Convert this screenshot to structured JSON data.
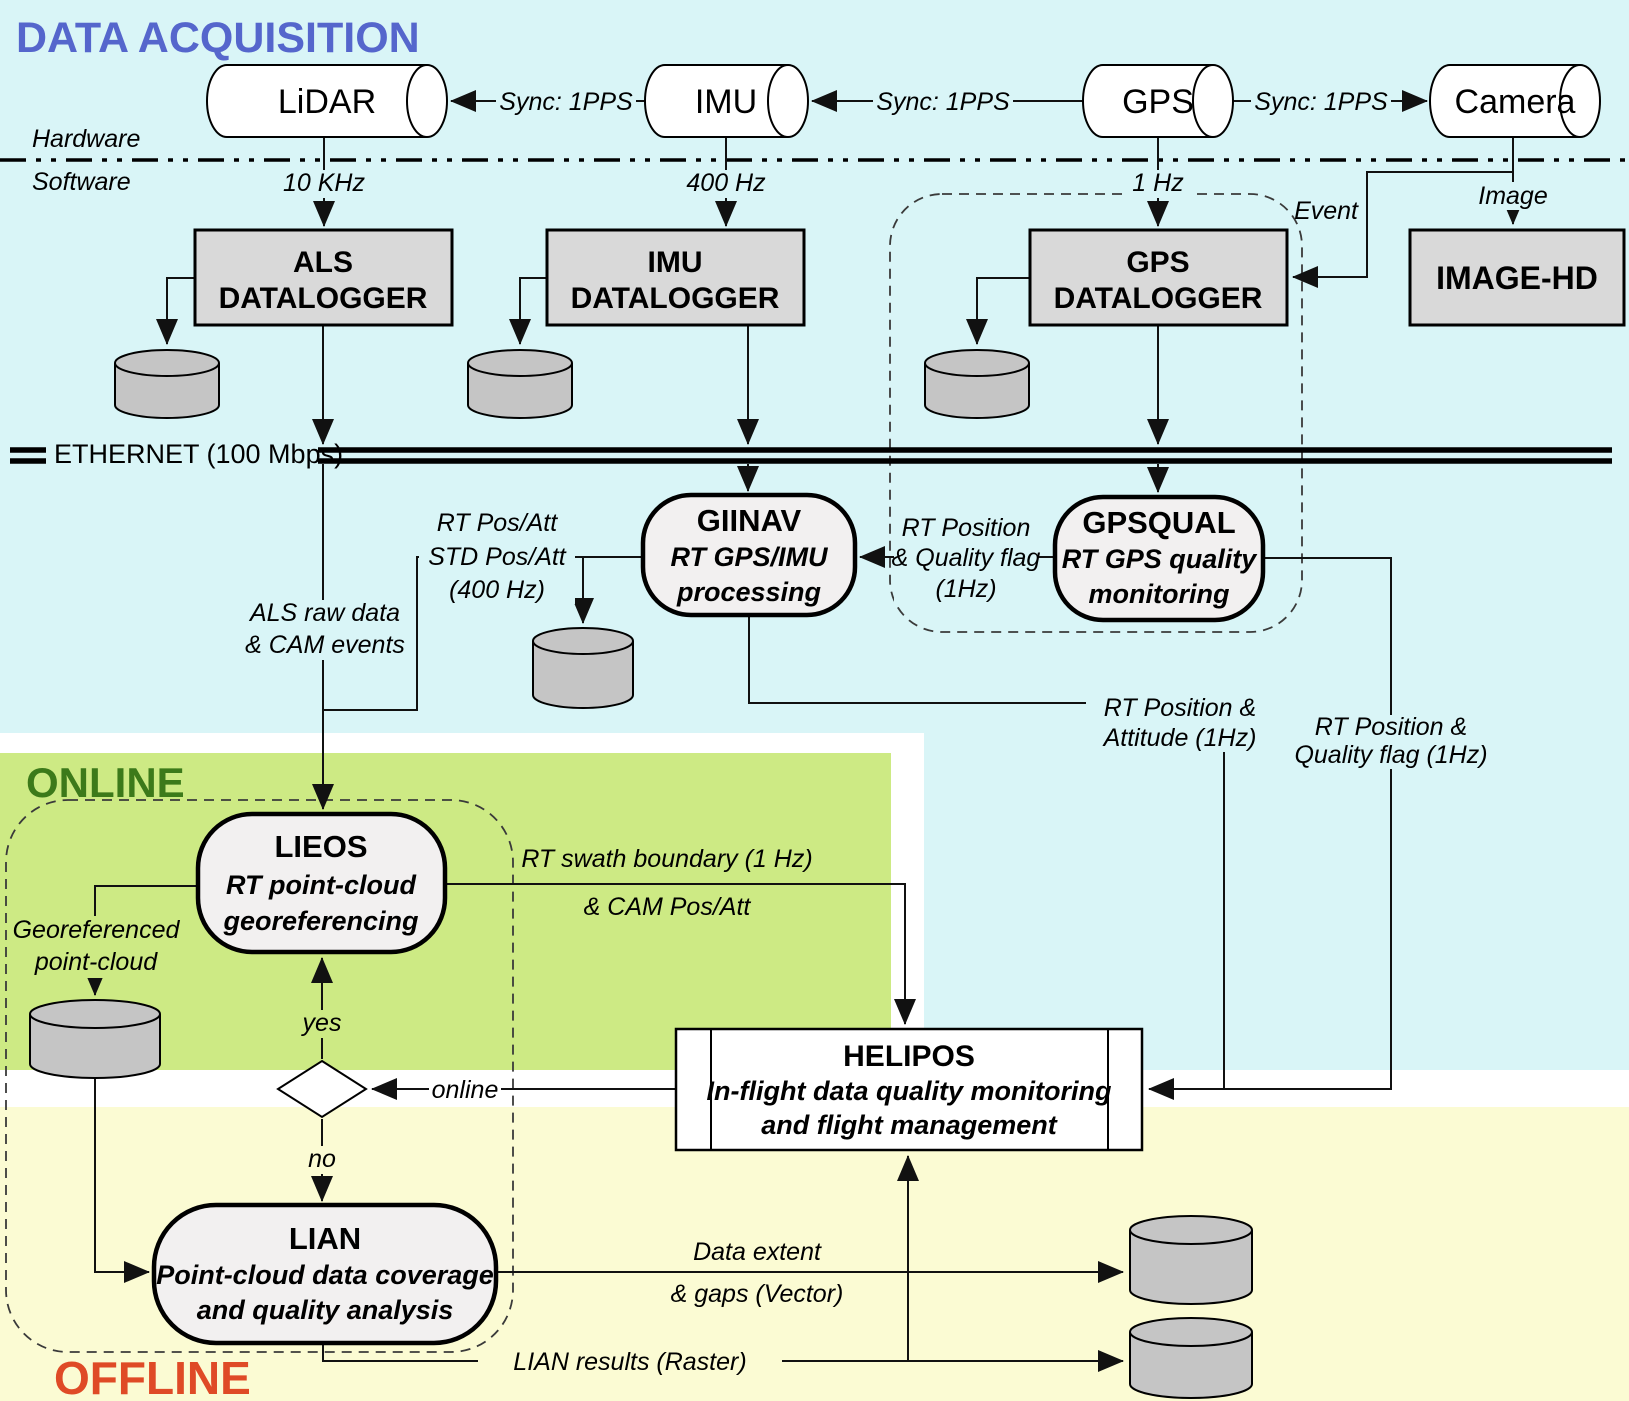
{
  "title": "DATA ACQUISITION",
  "sections": {
    "online": "ONLINE",
    "offline": "OFFLINE",
    "hardware": "Hardware",
    "software": "Software"
  },
  "bus": {
    "label": "ETHERNET (100 Mbps)"
  },
  "devices": {
    "lidar": "LiDAR",
    "imu": "IMU",
    "gps": "GPS",
    "camera": "Camera"
  },
  "sync": {
    "s1": "Sync: 1PPS",
    "s2": "Sync: 1PPS",
    "s3": "Sync: 1PPS"
  },
  "rates": {
    "lidar": "10 KHz",
    "imu": "400 Hz",
    "gps": "1 Hz"
  },
  "camera_out": {
    "event": "Event",
    "image": "Image"
  },
  "loggers": {
    "als": {
      "l1": "ALS",
      "l2": "DATALOGGER"
    },
    "imu": {
      "l1": "IMU",
      "l2": "DATALOGGER"
    },
    "gps": {
      "l1": "GPS",
      "l2": "DATALOGGER"
    },
    "image_hd": "IMAGE-HD"
  },
  "nodes": {
    "giinav": {
      "name": "GIINAV",
      "s1": "RT GPS/IMU",
      "s2": "processing"
    },
    "gpsqual": {
      "name": "GPSQUAL",
      "s1": "RT GPS quality",
      "s2": "monitoring"
    },
    "lieos": {
      "name": "LIEOS",
      "s1": "RT point-cloud",
      "s2": "georeferencing"
    },
    "lian": {
      "name": "LIAN",
      "s1": "Point-cloud data coverage",
      "s2": "and quality analysis"
    },
    "helipos": {
      "name": "HELIPOS",
      "s1": "In-flight data quality monitoring",
      "s2": "and flight management"
    }
  },
  "flows": {
    "pos_att": {
      "l1": "RT Pos/Att",
      "l2": "STD Pos/Att",
      "l3": "(400 Hz)"
    },
    "pos_qual": {
      "l1": "RT Position",
      "l2": "& Quality flag",
      "l3": "(1Hz)"
    },
    "als_raw": {
      "l1": "ALS raw data",
      "l2": "& CAM events"
    },
    "pos_att_1hz": {
      "l1": "RT Position &",
      "l2": "Attitude (1Hz)"
    },
    "pos_qual_1hz": {
      "l1": "RT Position &",
      "l2": "Quality flag (1Hz)"
    },
    "swath": {
      "l1": "RT swath boundary (1 Hz)",
      "l2": "& CAM Pos/Att"
    },
    "georef": {
      "l1": "Georeferenced",
      "l2": "point-cloud"
    },
    "extent": {
      "l1": "Data extent",
      "l2": "& gaps (Vector)"
    },
    "raster": "LIAN results (Raster)",
    "online": "online",
    "yes": "yes",
    "no": "no"
  },
  "colors": {
    "canvas_cyan": "#d9f5f7",
    "online_green": "#cdea84",
    "offline_yellow": "#fbfbd3",
    "title_blue": "#5566cc",
    "online_title_green": "#3c7a1a",
    "offline_title_red": "#df4a26",
    "box_fill": "#d9d9d9",
    "node_fill": "#f2f0f0",
    "cylinder_fill": "#c5c5c5",
    "line": "#111111"
  }
}
